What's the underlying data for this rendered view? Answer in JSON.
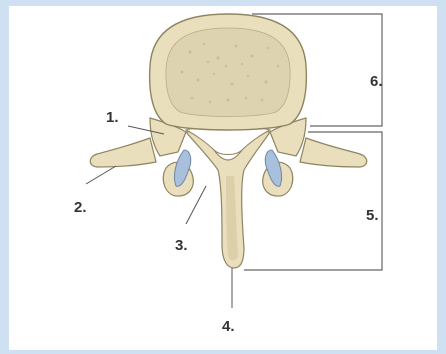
{
  "colors": {
    "frame": "#cfe0f3",
    "bone": "#e9dfbd",
    "bone_shade": "#cdbf93",
    "bone_outline": "#8f8460",
    "cancellous": "#ddd3b0",
    "cartilage": "#a9c0dc",
    "line": "#555555",
    "bracket": "#666666",
    "text": "#333333"
  },
  "labels": [
    {
      "id": "label-1",
      "text": "1."
    },
    {
      "id": "label-2",
      "text": "2."
    },
    {
      "id": "label-3",
      "text": "3."
    },
    {
      "id": "label-4",
      "text": "4."
    },
    {
      "id": "label-5",
      "text": "5."
    },
    {
      "id": "label-6",
      "text": "6."
    }
  ]
}
